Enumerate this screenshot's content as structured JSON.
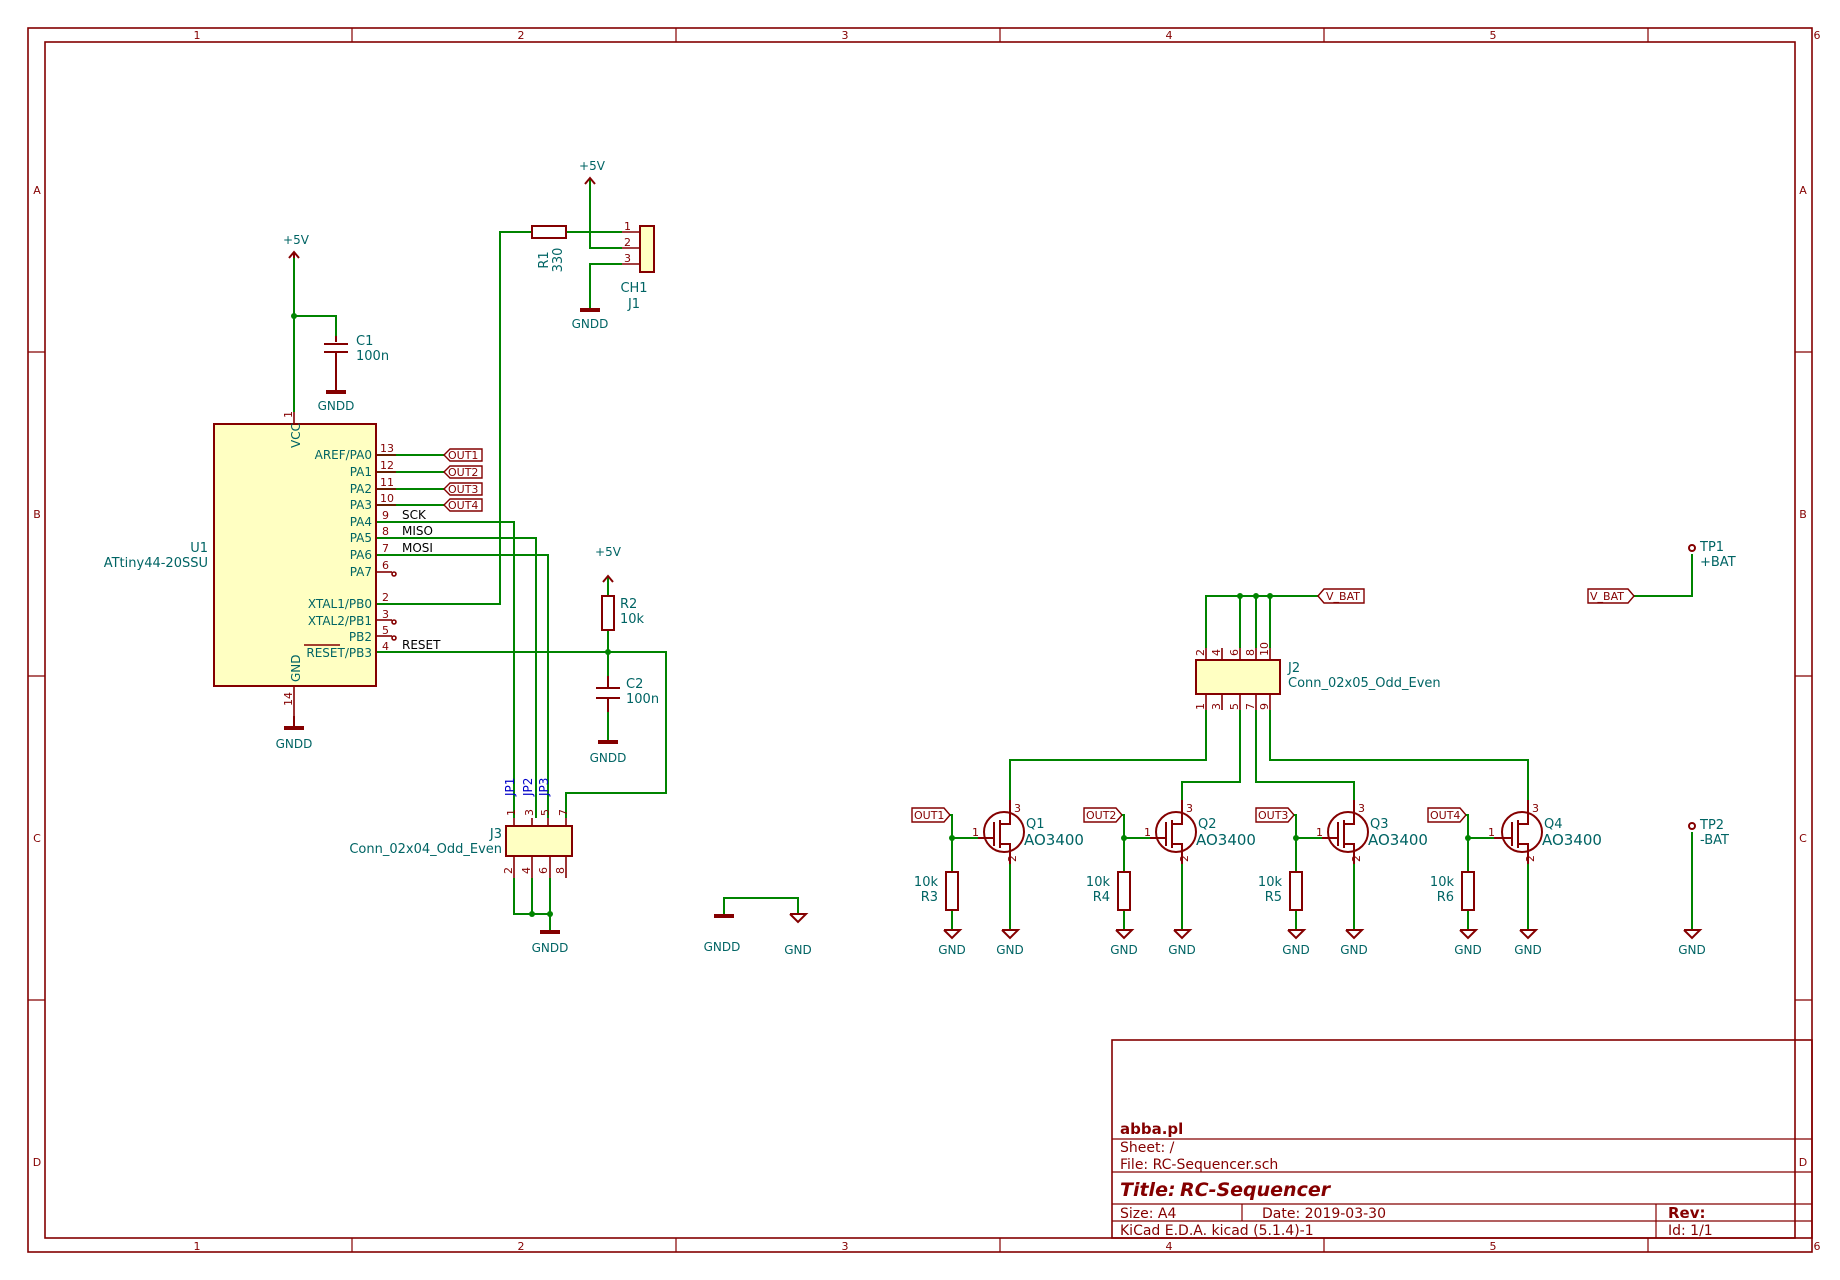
{
  "frame": {
    "cols": [
      "1",
      "2",
      "3",
      "4",
      "5",
      "6"
    ],
    "rows": [
      "A",
      "B",
      "C",
      "D"
    ]
  },
  "title_block": {
    "company": "abba.pl",
    "sheet": "Sheet: /",
    "file": "File: RC-Sequencer.sch",
    "title_label": "Title:",
    "title": "RC-Sequencer",
    "size": "Size: A4",
    "date": "Date: 2019-03-30",
    "rev": "Rev:",
    "tool": "KiCad E.D.A.  kicad (5.1.4)-1",
    "id": "Id: 1/1"
  },
  "u1": {
    "ref": "U1",
    "value": "ATtiny44-20SSU",
    "vcc_name": "VCC",
    "vcc_num": "1",
    "gnd_name": "GND",
    "gnd_num": "14",
    "pins": [
      {
        "name": "AREF/PA0",
        "num": "13"
      },
      {
        "name": "PA1",
        "num": "12"
      },
      {
        "name": "PA2",
        "num": "11"
      },
      {
        "name": "PA3",
        "num": "10"
      },
      {
        "name": "PA4",
        "num": "9"
      },
      {
        "name": "PA5",
        "num": "8"
      },
      {
        "name": "PA6",
        "num": "7"
      },
      {
        "name": "PA7",
        "num": "6"
      },
      {
        "name": "XTAL1/PB0",
        "num": "2"
      },
      {
        "name": "XTAL2/PB1",
        "num": "3"
      },
      {
        "name": "PB2",
        "num": "5"
      },
      {
        "name": "RESET/PB3",
        "num": "4"
      }
    ]
  },
  "nets": {
    "sck": "SCK",
    "miso": "MISO",
    "mosi": "MOSI",
    "reset": "RESET"
  },
  "labels": {
    "out1": "OUT1",
    "out2": "OUT2",
    "out3": "OUT3",
    "out4": "OUT4",
    "vbat": "V_BAT"
  },
  "power": {
    "p5v": "+5V",
    "gndd": "GNDD",
    "gnd": "GND"
  },
  "c1": {
    "ref": "C1",
    "value": "100n"
  },
  "c2": {
    "ref": "C2",
    "value": "100n"
  },
  "r1": {
    "ref": "R1",
    "value": "330"
  },
  "r2": {
    "ref": "R2",
    "value": "10k"
  },
  "j1": {
    "ref": "CH1",
    "value": "J1",
    "pins": [
      "1",
      "2",
      "3"
    ]
  },
  "j2": {
    "ref": "J2",
    "value": "Conn_02x05_Odd_Even",
    "top_pins": [
      "2",
      "4",
      "6",
      "8",
      "10"
    ],
    "bottom_pins": [
      "1",
      "3",
      "5",
      "7",
      "9"
    ]
  },
  "j3": {
    "ref": "J3",
    "value": "Conn_02x04_Odd_Even",
    "top_pins": [
      "1",
      "3",
      "5",
      "7"
    ],
    "bottom_pins": [
      "2",
      "4",
      "6",
      "8"
    ],
    "jumpers": [
      "JP1",
      "JP2",
      "JP3"
    ]
  },
  "mosfets": [
    {
      "ref": "Q1",
      "value": "AO3400",
      "res_ref": "R3",
      "res_val": "10k",
      "label": "OUT1"
    },
    {
      "ref": "Q2",
      "value": "AO3400",
      "res_ref": "R4",
      "res_val": "10k",
      "label": "OUT2"
    },
    {
      "ref": "Q3",
      "value": "AO3400",
      "res_ref": "R5",
      "res_val": "10k",
      "label": "OUT3"
    },
    {
      "ref": "Q4",
      "value": "AO3400",
      "res_ref": "R6",
      "res_val": "10k",
      "label": "OUT4"
    }
  ],
  "mosfet_pins": {
    "g": "1",
    "d": "3",
    "s": "2"
  },
  "tp1": {
    "ref": "TP1",
    "value": "+BAT"
  },
  "tp2": {
    "ref": "TP2",
    "value": "-BAT"
  }
}
